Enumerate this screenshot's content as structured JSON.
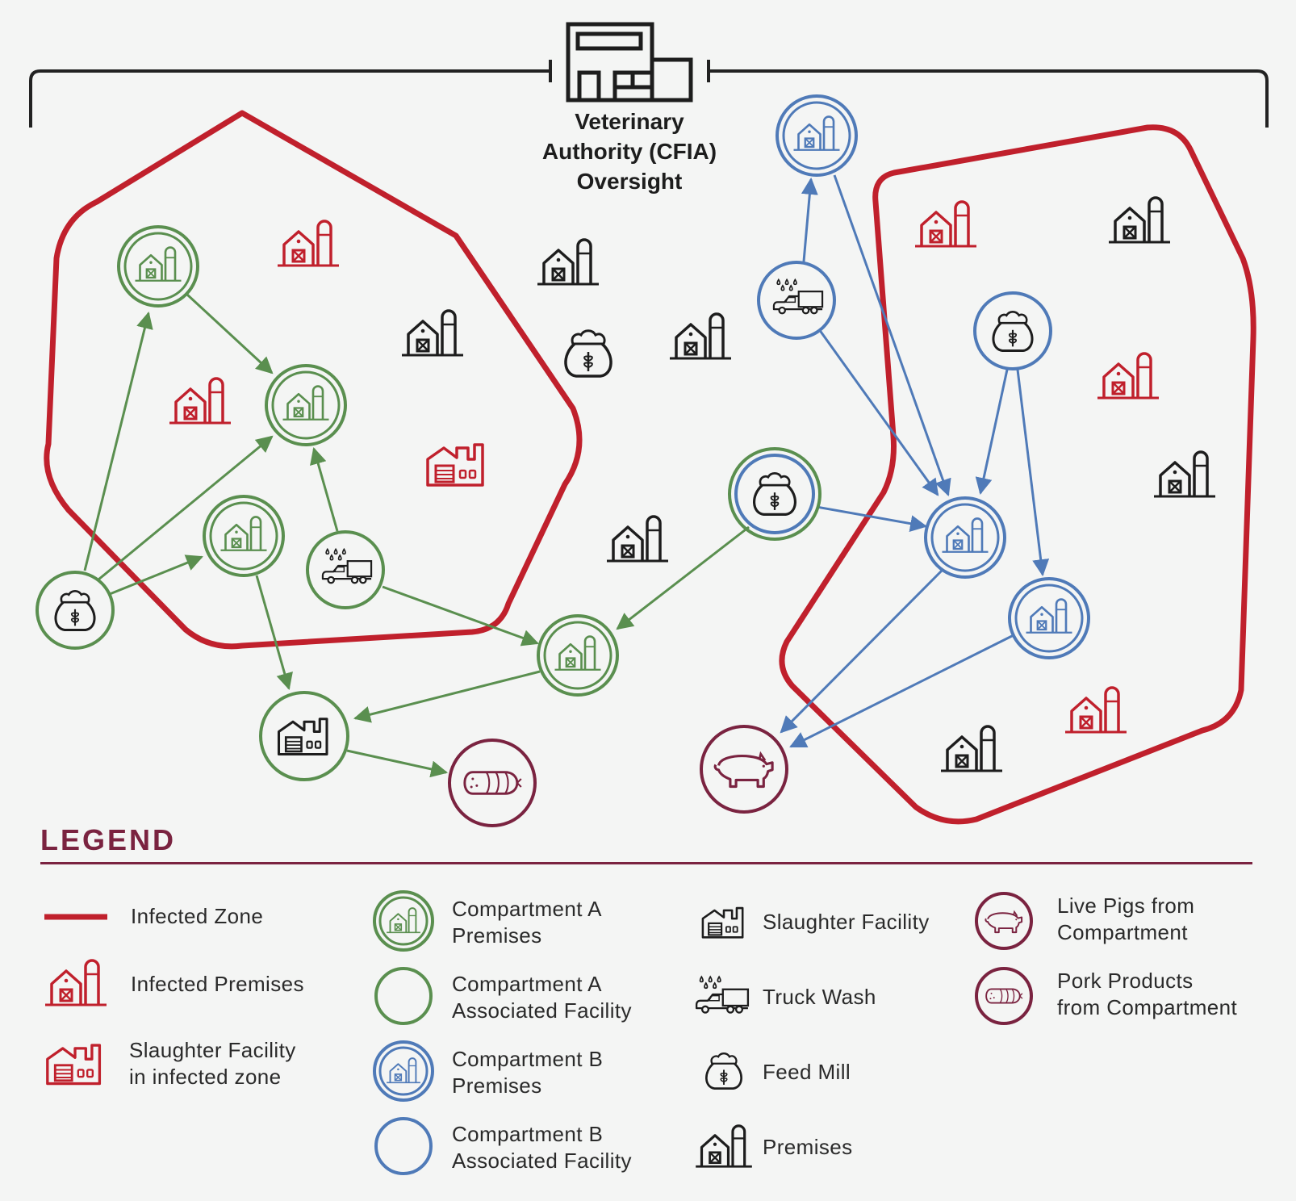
{
  "title_lines": [
    "Veterinary",
    "Authority (CFIA)",
    "Oversight"
  ],
  "colors": {
    "infected": "#c0202c",
    "compartment_a": "#5a8f4f",
    "compartment_b": "#4f7ab8",
    "products": "#7a2340",
    "neutral": "#1d1d1d"
  },
  "legend": {
    "title": "LEGEND",
    "items": [
      {
        "icon": "infected-zone-line",
        "lines": [
          "Infected Zone"
        ]
      },
      {
        "icon": "infected-premises-icon",
        "lines": [
          "Infected Premises"
        ]
      },
      {
        "icon": "infected-slaughter-icon",
        "lines": [
          "Slaughter Facility",
          "in infected zone"
        ]
      },
      {
        "icon": "compartment-a-premises-icon",
        "lines": [
          "Compartment A",
          "Premises"
        ]
      },
      {
        "icon": "compartment-a-facility-icon",
        "lines": [
          "Compartment A",
          "Associated Facility"
        ]
      },
      {
        "icon": "compartment-b-premises-icon",
        "lines": [
          "Compartment B",
          "Premises"
        ]
      },
      {
        "icon": "compartment-b-facility-icon",
        "lines": [
          "Compartment B",
          "Associated Facility"
        ]
      },
      {
        "icon": "slaughter-facility-icon",
        "lines": [
          "Slaughter Facility"
        ]
      },
      {
        "icon": "truck-wash-icon",
        "lines": [
          "Truck Wash"
        ]
      },
      {
        "icon": "feed-mill-icon",
        "lines": [
          "Feed Mill"
        ]
      },
      {
        "icon": "premises-icon",
        "lines": [
          "Premises"
        ]
      },
      {
        "icon": "live-pigs-icon",
        "lines": [
          "Live Pigs from",
          "Compartment"
        ]
      },
      {
        "icon": "pork-products-icon",
        "lines": [
          "Pork Products",
          "from Compartment"
        ]
      }
    ]
  }
}
